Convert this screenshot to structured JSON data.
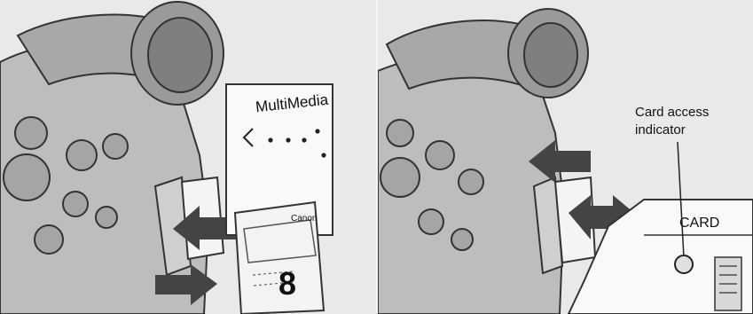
{
  "figure": {
    "left": {
      "card_label": "MultiMedia",
      "card_brand": "Canon",
      "card_number": "8"
    },
    "right": {
      "callout_line1": "Card access",
      "callout_line2": "indicator",
      "slot_label": "CARD"
    }
  },
  "colors": {
    "background": "#e9e9e9",
    "ink": "#222222",
    "camera_gray": "#b9b9b9",
    "camera_dark": "#8c8c8c",
    "card_white": "#f7f7f7"
  }
}
